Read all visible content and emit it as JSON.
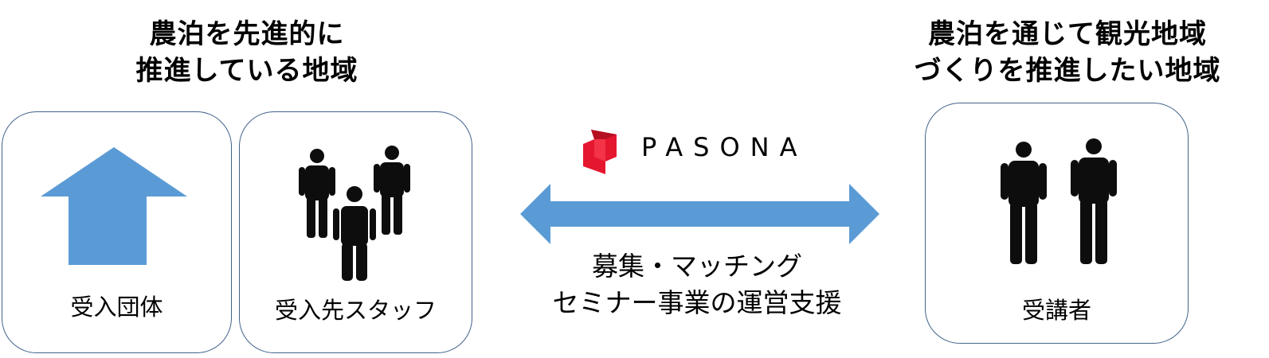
{
  "left_heading": {
    "line1": "農泊を先進的に",
    "line2": "推進している地域"
  },
  "right_heading": {
    "line1": "農泊を通じて観光地域",
    "line2": "づくりを推進したい地域"
  },
  "cards": {
    "org": {
      "label": "受入団体",
      "icon": "house-icon"
    },
    "staff": {
      "label": "受入先スタッフ",
      "icon": "people-group-icon"
    },
    "trainee": {
      "label": "受講者",
      "icon": "two-people-icon"
    }
  },
  "center": {
    "brand": "PASONA",
    "service_line1": "募集・マッチング",
    "service_line2": "セミナー事業の運営支援"
  },
  "colors": {
    "accent_blue": "#5b9bd5",
    "card_border": "#41638a",
    "logo_red": "#e5172f",
    "figure": "#0d0d0d"
  }
}
